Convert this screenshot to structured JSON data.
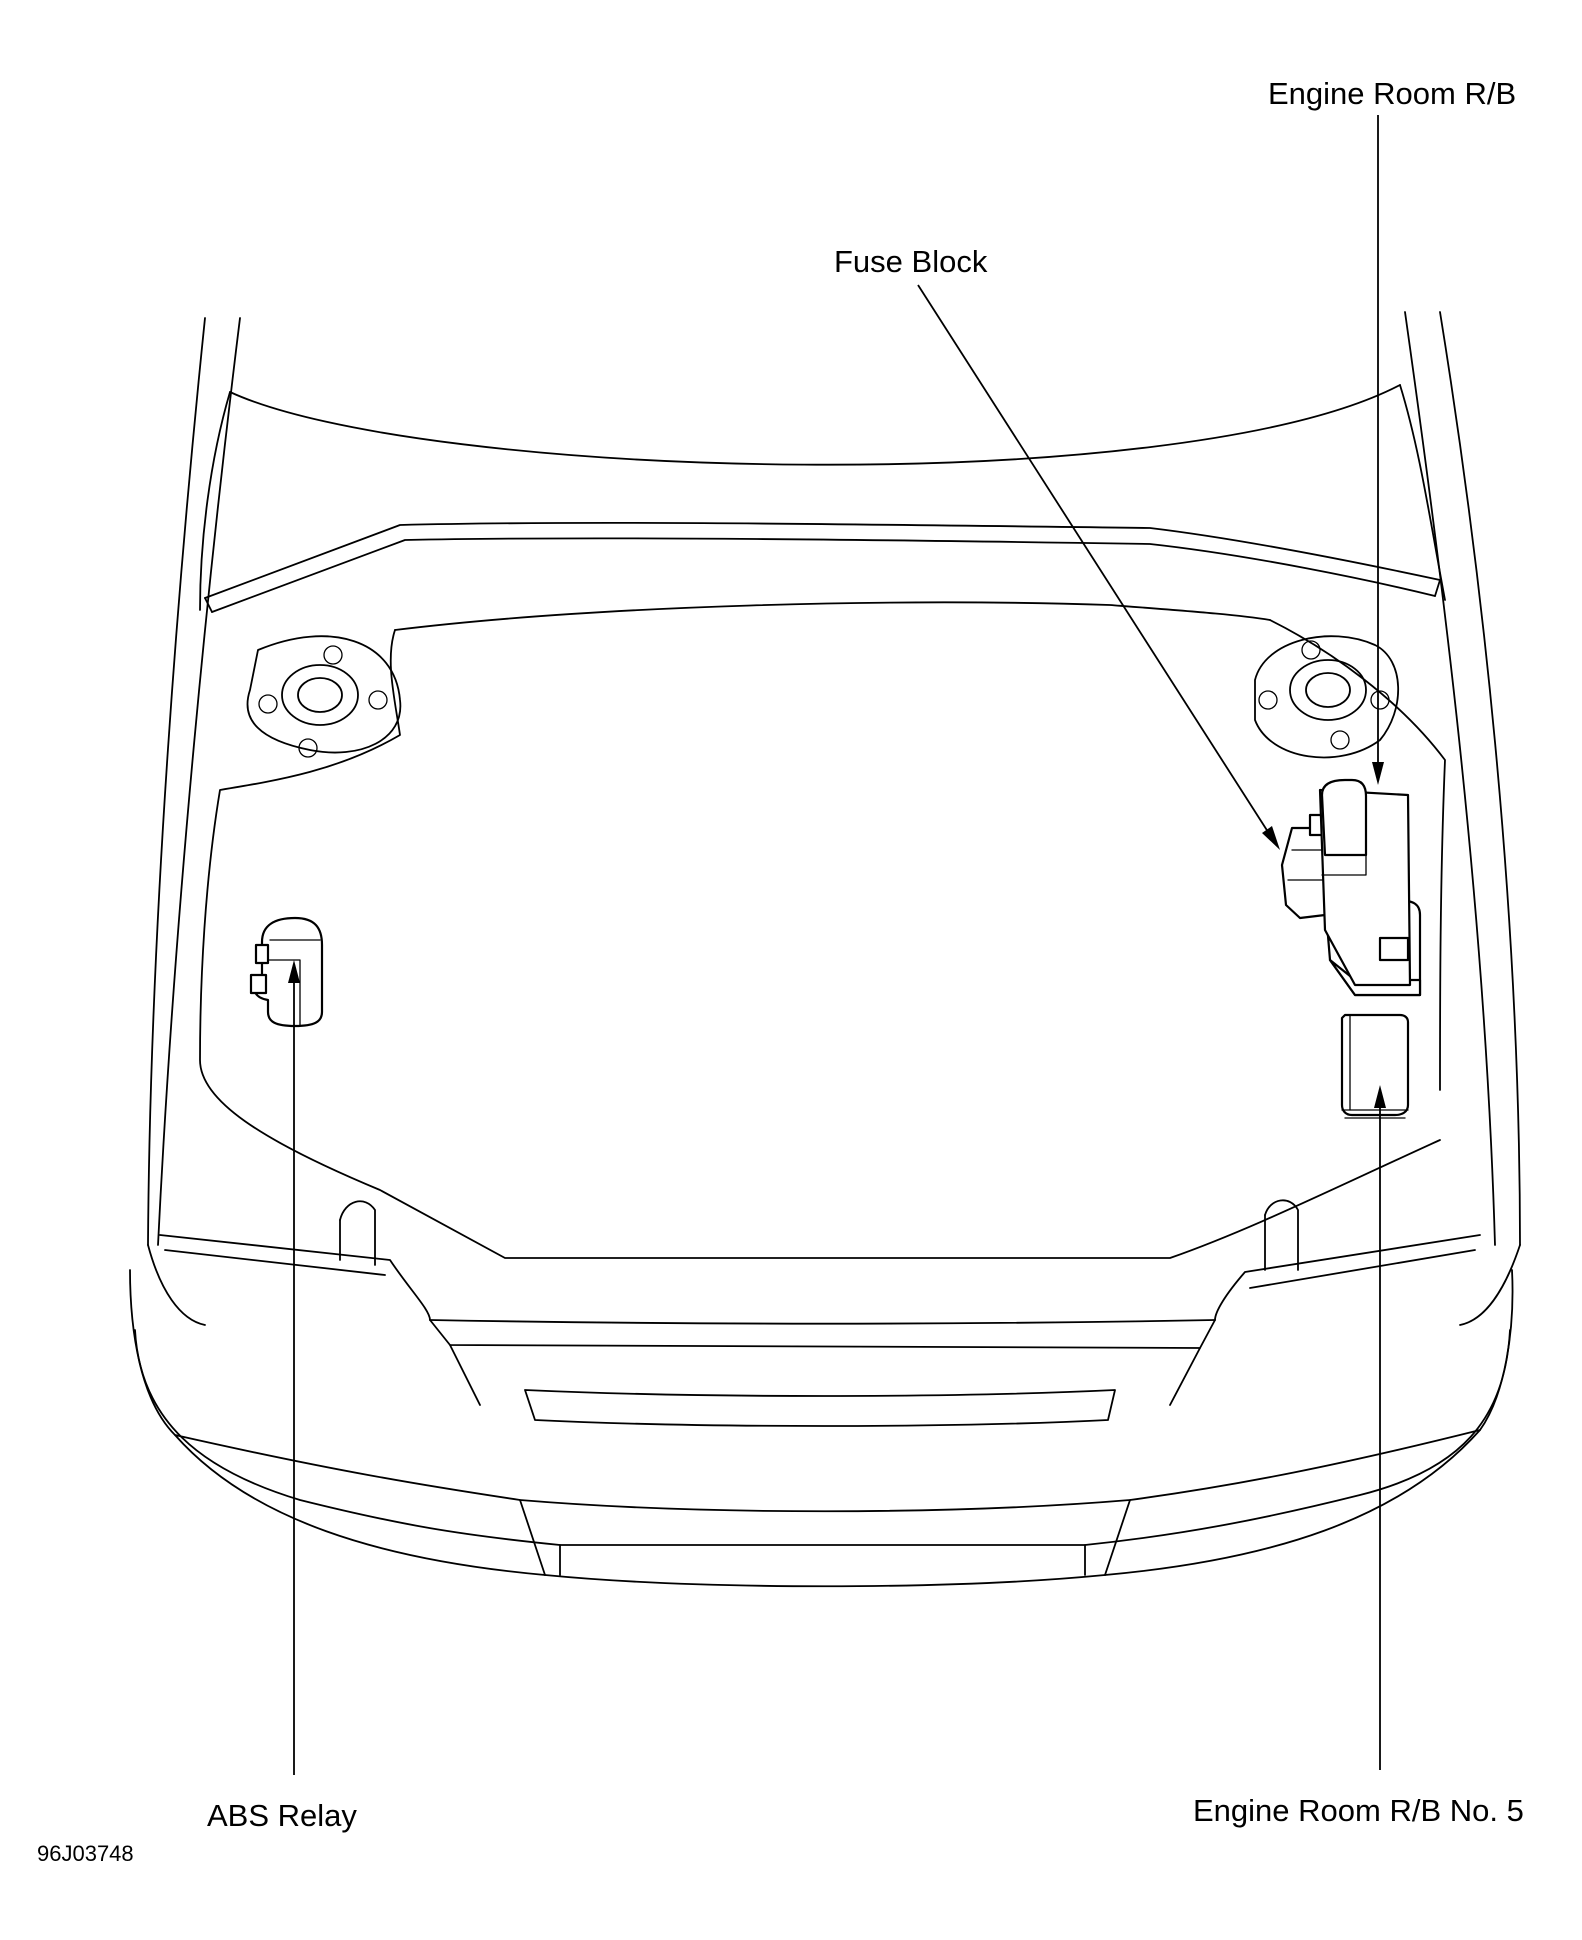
{
  "labels": {
    "engine_room_rb": "Engine Room R/B",
    "fuse_block": "Fuse Block",
    "abs_relay": "ABS Relay",
    "engine_room_rb_no5": "Engine Room R/B No. 5"
  },
  "figure_code": "96J03748",
  "colors": {
    "line": "#000000",
    "background": "#ffffff"
  }
}
